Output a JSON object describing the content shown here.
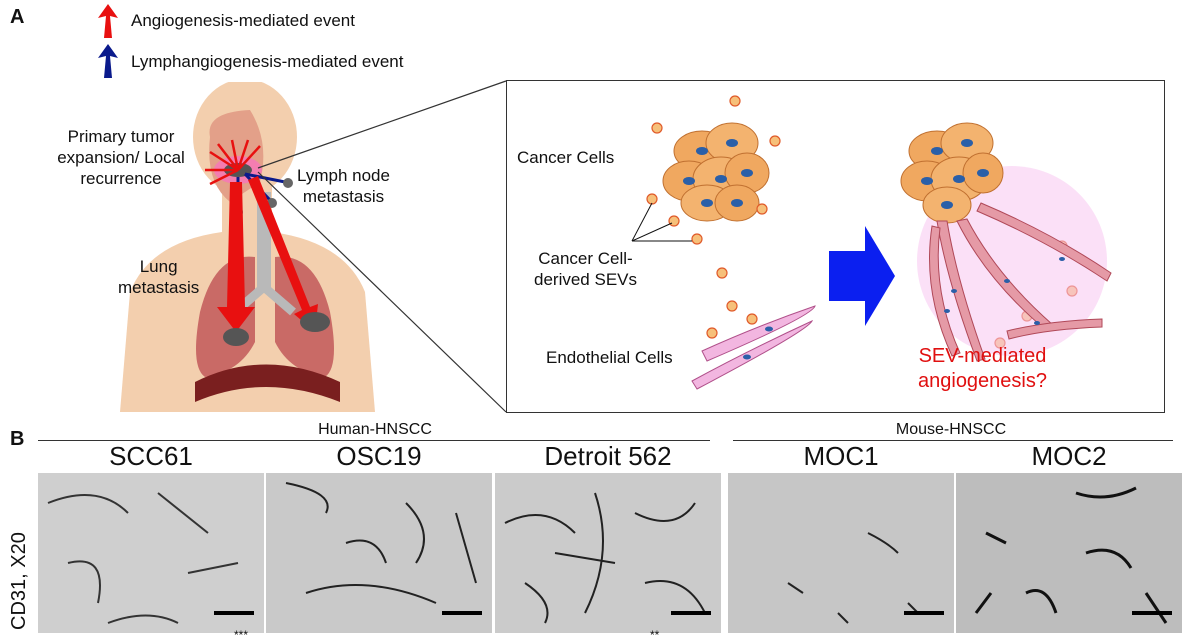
{
  "panel_a": {
    "letter": "A",
    "legend": [
      {
        "text": "Angiogenesis-mediated event",
        "color": "#e81010"
      },
      {
        "text": "Lymphangiogenesis-mediated event",
        "color": "#0a1a8c"
      }
    ],
    "body_labels": {
      "primary_tumor": [
        "Primary tumor",
        "expansion/ Local",
        "recurrence"
      ],
      "lymph_node": [
        "Lymph node",
        "metastasis"
      ],
      "lung": [
        "Lung",
        "metastasis"
      ]
    },
    "zoom": {
      "cancer_cells": "Cancer Cells",
      "sevs": [
        "Cancer Cell-",
        "derived SEVs"
      ],
      "endothelial": "Endothelial Cells",
      "result": [
        "SEV-mediated",
        "angiogenesis?"
      ],
      "result_color": "#e01010"
    }
  },
  "panel_b": {
    "letter": "B",
    "groups": [
      "Human-HNSCC",
      "Mouse-HNSCC"
    ],
    "columns": [
      "SCC61",
      "OSC19",
      "Detroit 562",
      "MOC1",
      "MOC2"
    ],
    "row_label": "CD31, X20",
    "bottom_marks": [
      "***",
      "**"
    ]
  }
}
